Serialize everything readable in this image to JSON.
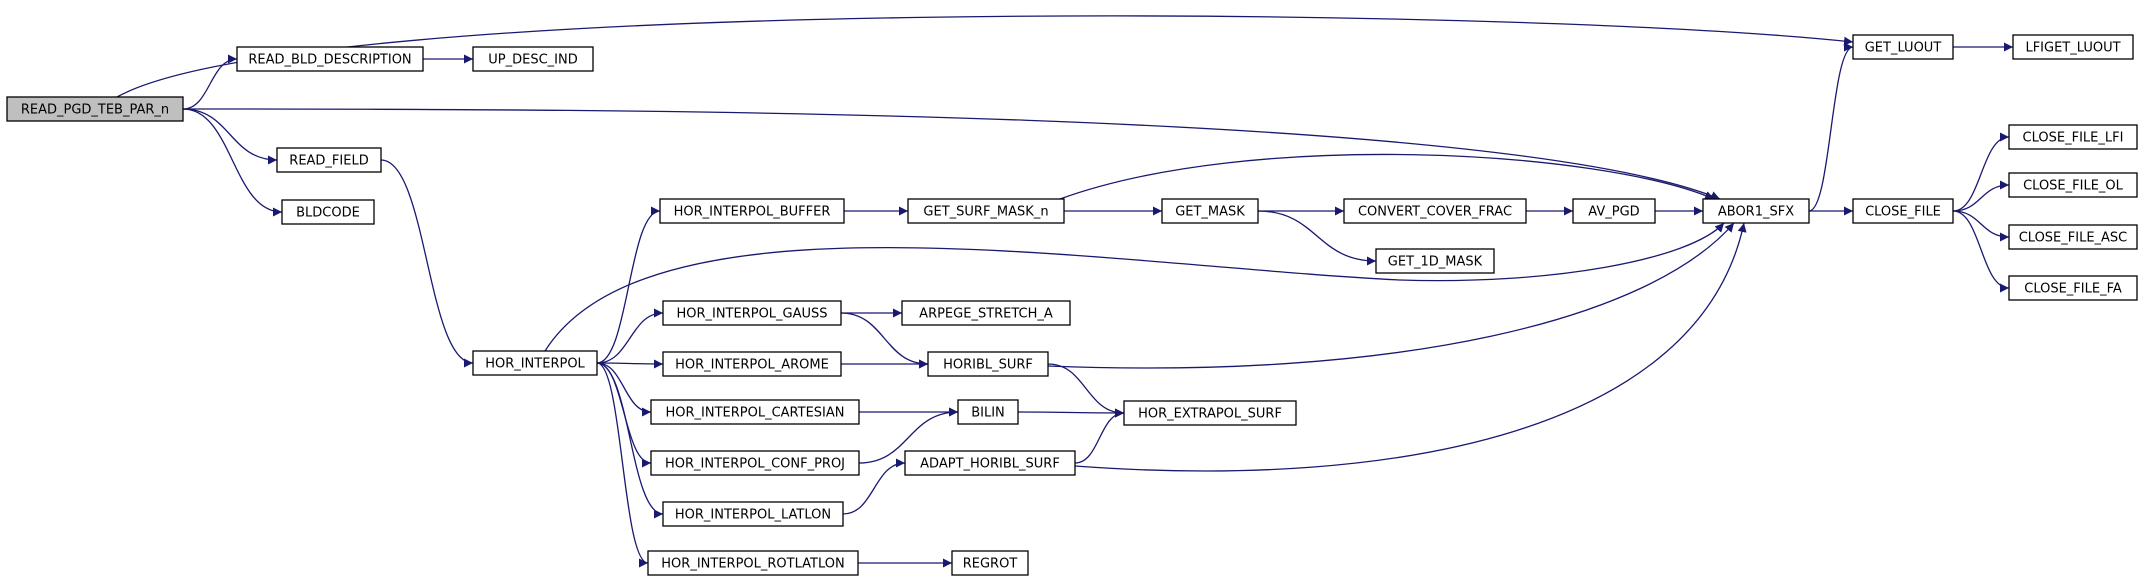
{
  "nodes": [
    {
      "id": "root",
      "label": "READ_PGD_TEB_PAR_n",
      "highlight": true
    },
    {
      "id": "rbd",
      "label": "READ_BLD_DESCRIPTION"
    },
    {
      "id": "udi",
      "label": "UP_DESC_IND"
    },
    {
      "id": "rf",
      "label": "READ_FIELD"
    },
    {
      "id": "bld",
      "label": "BLDCODE"
    },
    {
      "id": "hi",
      "label": "HOR_INTERPOL"
    },
    {
      "id": "hib",
      "label": "HOR_INTERPOL_BUFFER"
    },
    {
      "id": "hig",
      "label": "HOR_INTERPOL_GAUSS"
    },
    {
      "id": "hia",
      "label": "HOR_INTERPOL_AROME"
    },
    {
      "id": "hic",
      "label": "HOR_INTERPOL_CARTESIAN"
    },
    {
      "id": "hicp",
      "label": "HOR_INTERPOL_CONF_PROJ"
    },
    {
      "id": "hil",
      "label": "HOR_INTERPOL_LATLON"
    },
    {
      "id": "hir",
      "label": "HOR_INTERPOL_ROTLATLON"
    },
    {
      "id": "gsm",
      "label": "GET_SURF_MASK_n"
    },
    {
      "id": "ars",
      "label": "ARPEGE_STRETCH_A"
    },
    {
      "id": "hs",
      "label": "HORIBL_SURF"
    },
    {
      "id": "bil",
      "label": "BILIN"
    },
    {
      "id": "ahs",
      "label": "ADAPT_HORIBL_SURF"
    },
    {
      "id": "reg",
      "label": "REGROT"
    },
    {
      "id": "gm",
      "label": "GET_MASK"
    },
    {
      "id": "hes",
      "label": "HOR_EXTRAPOL_SURF"
    },
    {
      "id": "ccf",
      "label": "CONVERT_COVER_FRAC"
    },
    {
      "id": "g1d",
      "label": "GET_1D_MASK"
    },
    {
      "id": "avp",
      "label": "AV_PGD"
    },
    {
      "id": "abo",
      "label": "ABOR1_SFX"
    },
    {
      "id": "glu",
      "label": "GET_LUOUT"
    },
    {
      "id": "lfg",
      "label": "LFIGET_LUOUT"
    },
    {
      "id": "cf",
      "label": "CLOSE_FILE"
    },
    {
      "id": "cfl",
      "label": "CLOSE_FILE_LFI"
    },
    {
      "id": "cfo",
      "label": "CLOSE_FILE_OL"
    },
    {
      "id": "cfa",
      "label": "CLOSE_FILE_ASC"
    },
    {
      "id": "cff",
      "label": "CLOSE_FILE_FA"
    }
  ],
  "edges": [
    [
      "root",
      "glu"
    ],
    [
      "root",
      "rbd"
    ],
    [
      "root",
      "abo"
    ],
    [
      "root",
      "rf"
    ],
    [
      "root",
      "bld"
    ],
    [
      "rbd",
      "udi"
    ],
    [
      "rf",
      "hi"
    ],
    [
      "hi",
      "hib"
    ],
    [
      "hi",
      "abo"
    ],
    [
      "hi",
      "hig"
    ],
    [
      "hi",
      "hia"
    ],
    [
      "hi",
      "hic"
    ],
    [
      "hi",
      "hicp"
    ],
    [
      "hi",
      "hil"
    ],
    [
      "hi",
      "hir"
    ],
    [
      "hib",
      "gsm"
    ],
    [
      "gsm",
      "abo"
    ],
    [
      "gsm",
      "gm"
    ],
    [
      "gm",
      "ccf"
    ],
    [
      "gm",
      "g1d"
    ],
    [
      "ccf",
      "avp"
    ],
    [
      "avp",
      "abo"
    ],
    [
      "hig",
      "ars"
    ],
    [
      "hig",
      "hs"
    ],
    [
      "hia",
      "hs"
    ],
    [
      "hs",
      "abo"
    ],
    [
      "hs",
      "hes"
    ],
    [
      "hic",
      "bil"
    ],
    [
      "hicp",
      "bil"
    ],
    [
      "bil",
      "hes"
    ],
    [
      "hil",
      "ahs"
    ],
    [
      "ahs",
      "hes"
    ],
    [
      "ahs",
      "abo"
    ],
    [
      "hir",
      "reg"
    ],
    [
      "abo",
      "glu"
    ],
    [
      "abo",
      "cf"
    ],
    [
      "glu",
      "lfg"
    ],
    [
      "cf",
      "cfl"
    ],
    [
      "cf",
      "cfo"
    ],
    [
      "cf",
      "cfa"
    ],
    [
      "cf",
      "cff"
    ]
  ],
  "colors": {
    "edge": "#191970",
    "root_fill": "#bfbfbf",
    "node_border": "#000000"
  }
}
